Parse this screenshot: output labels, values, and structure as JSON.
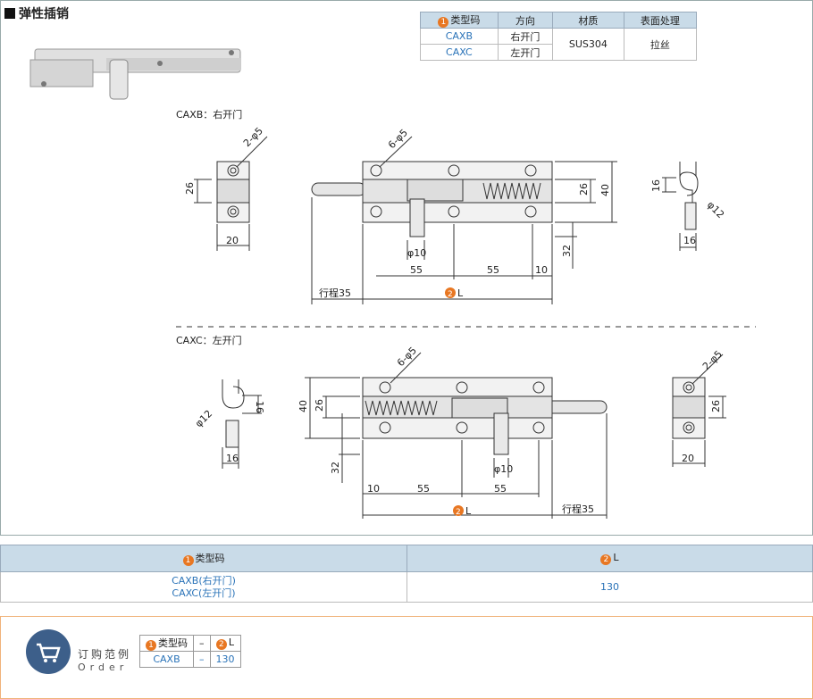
{
  "title": "弹性插销",
  "spec_table": {
    "headers": [
      "类型码",
      "方向",
      "材质",
      "表面处理"
    ],
    "header_num": "1",
    "rows": [
      {
        "code": "CAXB",
        "direction": "右开门"
      },
      {
        "code": "CAXC",
        "direction": "左开门"
      }
    ],
    "material": "SUS304",
    "surface": "拉丝"
  },
  "view_b_label": "CAXB：右开门",
  "view_c_label": "CAXC：左开门",
  "dims": {
    "holes2": "2-φ5",
    "holes6": "6-φ5",
    "d26": "26",
    "d20": "20",
    "d40": "40",
    "d16": "16",
    "d12": "φ12",
    "d10": "φ10",
    "d55": "55",
    "d10b": "10",
    "d32": "32",
    "stroke": "行程35",
    "L": "L",
    "L_num": "2"
  },
  "bottom_table": {
    "h1_num": "1",
    "h1": "类型码",
    "h2_num": "2",
    "h2": "L",
    "codes": [
      "CAXB(右开门)",
      "CAXC(左开门)"
    ],
    "L_value": "130"
  },
  "order": {
    "title": "订购范例",
    "subtitle": "Order",
    "num1": "1",
    "col1": "类型码",
    "dash": "–",
    "num2": "2",
    "col2": "L",
    "val1": "CAXB",
    "val2": "130"
  },
  "colors": {
    "header_bg": "#c9dbe8",
    "accent": "#e87722",
    "code_blue": "#2a73b8"
  }
}
